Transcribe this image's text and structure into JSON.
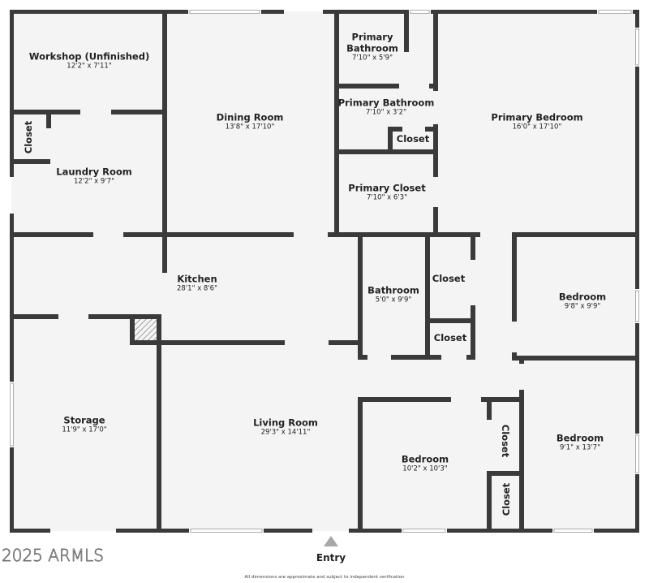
{
  "floorplan": {
    "colors": {
      "wall": "#3a3a3a",
      "floor": "#f4f4f4",
      "opening": "#ffffff",
      "entry_arrow": "#a8a8a8"
    },
    "rooms": [
      {
        "name": "Workshop (Unfinished)",
        "dimensions": "12'2\" x 7'11\""
      },
      {
        "name": "Closet",
        "dimensions": ""
      },
      {
        "name": "Laundry Room",
        "dimensions": "12'2\" x 9'7\""
      },
      {
        "name": "Dining Room",
        "dimensions": "13'8\" x 17'10\""
      },
      {
        "name": "Primary Bathroom",
        "dimensions": "7'10\" x 5'9\""
      },
      {
        "name": "Primary Bathroom",
        "dimensions": "7'10\" x 3'2\""
      },
      {
        "name": "Closet",
        "dimensions": ""
      },
      {
        "name": "Primary Closet",
        "dimensions": "7'10\" x 6'3\""
      },
      {
        "name": "Primary Bedroom",
        "dimensions": "16'0\" x 17'10\""
      },
      {
        "name": "Kitchen",
        "dimensions": "28'1\" x 8'6\""
      },
      {
        "name": "Bathroom",
        "dimensions": "5'0\" x 9'9\""
      },
      {
        "name": "Closet",
        "dimensions": ""
      },
      {
        "name": "Closet",
        "dimensions": ""
      },
      {
        "name": "Bedroom",
        "dimensions": "9'8\" x 9'9\""
      },
      {
        "name": "Storage",
        "dimensions": "11'9\" x 17'0\""
      },
      {
        "name": "Living Room",
        "dimensions": "29'3\" x 14'11\""
      },
      {
        "name": "Bedroom",
        "dimensions": "10'2\" x 10'3\""
      },
      {
        "name": "Closet",
        "dimensions": ""
      },
      {
        "name": "Closet",
        "dimensions": ""
      },
      {
        "name": "Bedroom",
        "dimensions": "9'1\" x 13'7\""
      }
    ],
    "primary_bathroom_line1": "Primary",
    "primary_bathroom_line2": "Bathroom",
    "entry_label": "Entry",
    "watermark": "2025 ARMLS",
    "disclaimer": "All dimensions are approximate and subject to independent verification"
  }
}
